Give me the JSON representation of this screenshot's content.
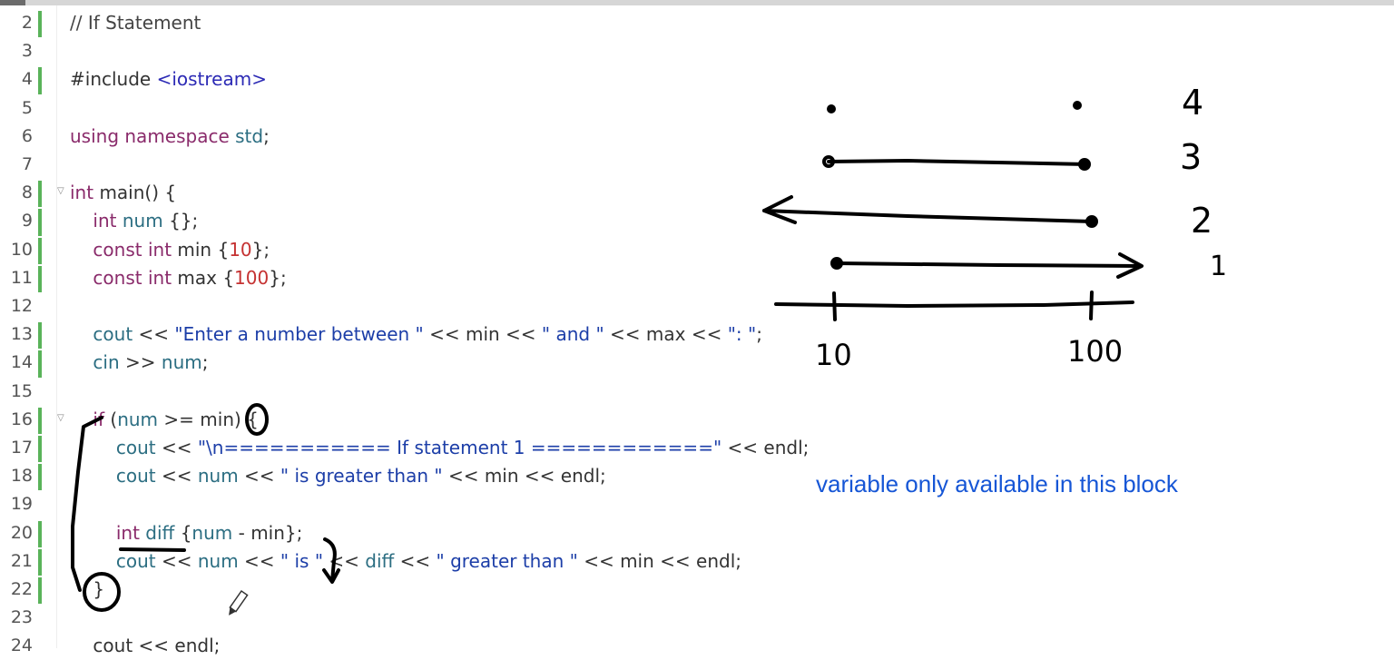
{
  "editor": {
    "line_numbers": [
      "2",
      "3",
      "4",
      "5",
      "6",
      "7",
      "8",
      "9",
      "10",
      "11",
      "12",
      "13",
      "14",
      "15",
      "16",
      "17",
      "18",
      "19",
      "20",
      "21",
      "22",
      "23",
      "24"
    ],
    "lines": [
      {
        "n": "2",
        "tokens": [
          {
            "t": "// If Statement",
            "c": "cmt"
          }
        ]
      },
      {
        "n": "3",
        "tokens": []
      },
      {
        "n": "4",
        "tokens": [
          {
            "t": "#include ",
            "c": "id"
          },
          {
            "t": "<iostream>",
            "c": "inc"
          }
        ]
      },
      {
        "n": "5",
        "tokens": []
      },
      {
        "n": "6",
        "tokens": [
          {
            "t": "using namespace ",
            "c": "kw"
          },
          {
            "t": "std",
            "c": "var"
          },
          {
            "t": ";",
            "c": "id"
          }
        ]
      },
      {
        "n": "7",
        "tokens": []
      },
      {
        "n": "8",
        "tokens": [
          {
            "t": "int ",
            "c": "ty"
          },
          {
            "t": "main() {",
            "c": "id"
          }
        ]
      },
      {
        "n": "9",
        "tokens": [
          {
            "t": "    int ",
            "c": "ty"
          },
          {
            "t": "num ",
            "c": "var"
          },
          {
            "t": "{};",
            "c": "id"
          }
        ]
      },
      {
        "n": "10",
        "tokens": [
          {
            "t": "    const int ",
            "c": "ty"
          },
          {
            "t": "min {",
            "c": "id"
          },
          {
            "t": "10",
            "c": "num"
          },
          {
            "t": "};",
            "c": "id"
          }
        ]
      },
      {
        "n": "11",
        "tokens": [
          {
            "t": "    const int ",
            "c": "ty"
          },
          {
            "t": "max {",
            "c": "id"
          },
          {
            "t": "100",
            "c": "num"
          },
          {
            "t": "};",
            "c": "id"
          }
        ]
      },
      {
        "n": "12",
        "tokens": []
      },
      {
        "n": "13",
        "tokens": [
          {
            "t": "    cout ",
            "c": "var"
          },
          {
            "t": "<< ",
            "c": "id"
          },
          {
            "t": "\"Enter a number between \"",
            "c": "str"
          },
          {
            "t": " << min << ",
            "c": "id"
          },
          {
            "t": "\" and \"",
            "c": "str"
          },
          {
            "t": " << max << ",
            "c": "id"
          },
          {
            "t": "\": \"",
            "c": "str"
          },
          {
            "t": ";",
            "c": "id"
          }
        ]
      },
      {
        "n": "14",
        "tokens": [
          {
            "t": "    cin ",
            "c": "var"
          },
          {
            "t": ">> ",
            "c": "id"
          },
          {
            "t": "num",
            "c": "var"
          },
          {
            "t": ";",
            "c": "id"
          }
        ]
      },
      {
        "n": "15",
        "tokens": []
      },
      {
        "n": "16",
        "tokens": [
          {
            "t": "    if ",
            "c": "kw"
          },
          {
            "t": "(",
            "c": "id"
          },
          {
            "t": "num",
            "c": "var"
          },
          {
            "t": " >= min) {",
            "c": "id"
          }
        ]
      },
      {
        "n": "17",
        "tokens": [
          {
            "t": "        cout ",
            "c": "var"
          },
          {
            "t": "<< ",
            "c": "id"
          },
          {
            "t": "\"\\n=========== If statement 1 ============\"",
            "c": "str"
          },
          {
            "t": " << endl;",
            "c": "id"
          }
        ]
      },
      {
        "n": "18",
        "tokens": [
          {
            "t": "        cout ",
            "c": "var"
          },
          {
            "t": "<< ",
            "c": "id"
          },
          {
            "t": "num",
            "c": "var"
          },
          {
            "t": " << ",
            "c": "id"
          },
          {
            "t": "\" is greater than \"",
            "c": "str"
          },
          {
            "t": " << min << endl;",
            "c": "id"
          }
        ]
      },
      {
        "n": "19",
        "tokens": []
      },
      {
        "n": "20",
        "tokens": [
          {
            "t": "        int ",
            "c": "ty"
          },
          {
            "t": "diff ",
            "c": "var"
          },
          {
            "t": "{",
            "c": "id"
          },
          {
            "t": "num",
            "c": "var"
          },
          {
            "t": " - min};",
            "c": "id"
          }
        ]
      },
      {
        "n": "21",
        "tokens": [
          {
            "t": "        cout ",
            "c": "var"
          },
          {
            "t": "<< ",
            "c": "id"
          },
          {
            "t": "num",
            "c": "var"
          },
          {
            "t": " << ",
            "c": "id"
          },
          {
            "t": "\" is \"",
            "c": "str"
          },
          {
            "t": " << ",
            "c": "id"
          },
          {
            "t": "diff",
            "c": "var"
          },
          {
            "t": " << ",
            "c": "id"
          },
          {
            "t": "\" greater than \"",
            "c": "str"
          },
          {
            "t": " << min << endl;",
            "c": "id"
          }
        ]
      },
      {
        "n": "22",
        "tokens": [
          {
            "t": "    }",
            "c": "id"
          }
        ]
      },
      {
        "n": "23",
        "tokens": []
      },
      {
        "n": "24",
        "tokens": [
          {
            "t": "    cout << endl;",
            "c": "id"
          }
        ]
      }
    ]
  },
  "annotation": {
    "note": "variable only available in this block",
    "labels": [
      "4",
      "3",
      "2",
      "1"
    ],
    "axis_ticks": [
      "10",
      "100"
    ]
  },
  "colors": {
    "note": "#1656d6",
    "ink": "#000000",
    "change_bar": "#5ab35a"
  }
}
